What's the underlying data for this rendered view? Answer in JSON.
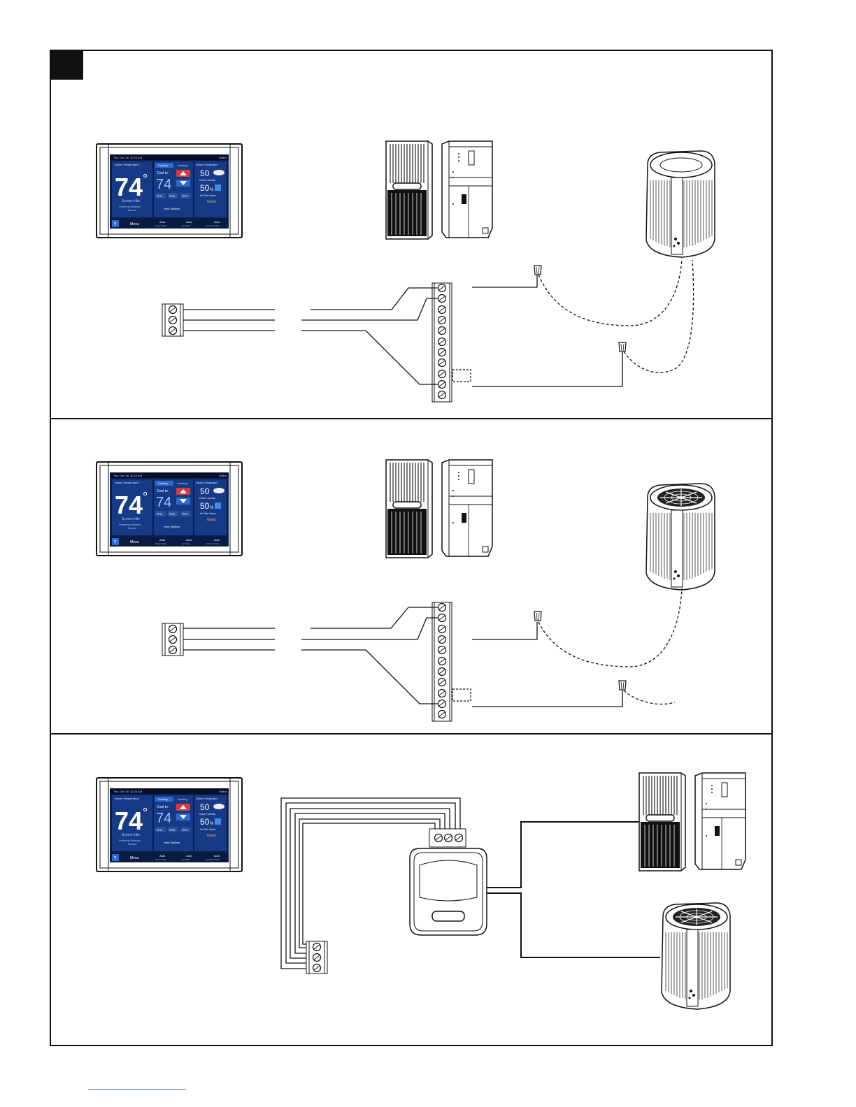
{
  "thermostat": {
    "date": "Thu, Dec 18",
    "time": "10:23 AM",
    "status": "Status",
    "indoor_label": "Indoor Temperature",
    "indoor_temp": "74",
    "degree": "°",
    "system": "System Idle",
    "preference": "Preferring Schedule",
    "preference2": "Manual",
    "tab_cooling": "Cooling",
    "tab_heating": "Heating",
    "cool_to": "Cool to:",
    "setpoint": "74",
    "btn_away": "Away",
    "btn_sleep": "Sleep",
    "btn_home": "Home",
    "hold_options": "Hold Options",
    "outdoor_label": "Outdoor Temperature",
    "outdoor_temp": "50",
    "humidity_label": "Indoor Humidity",
    "humidity": "50",
    "percent": "%",
    "airfilter": "Air Filter Status",
    "good": "Good",
    "help": "?",
    "menu": "Menu",
    "auto1": "Auto",
    "auto1_sub": "System Mode",
    "auto2": "Auto",
    "auto2_sub": "Fan Mode",
    "auto3": "Auto",
    "auto3_sub": "Air Source Mode"
  },
  "colors": {
    "line": "#111111",
    "screen_bg": "#0d2a66",
    "screen_accent": "#2d6ad0",
    "red_button": "#d93a3a",
    "footer_rule": "#5a6fd8"
  },
  "icons": [
    "thermostat-icon",
    "furnace-icon",
    "air-handler-icon",
    "condenser-icon",
    "terminal-block-icon",
    "wire-nut-icon",
    "control-module-icon"
  ]
}
